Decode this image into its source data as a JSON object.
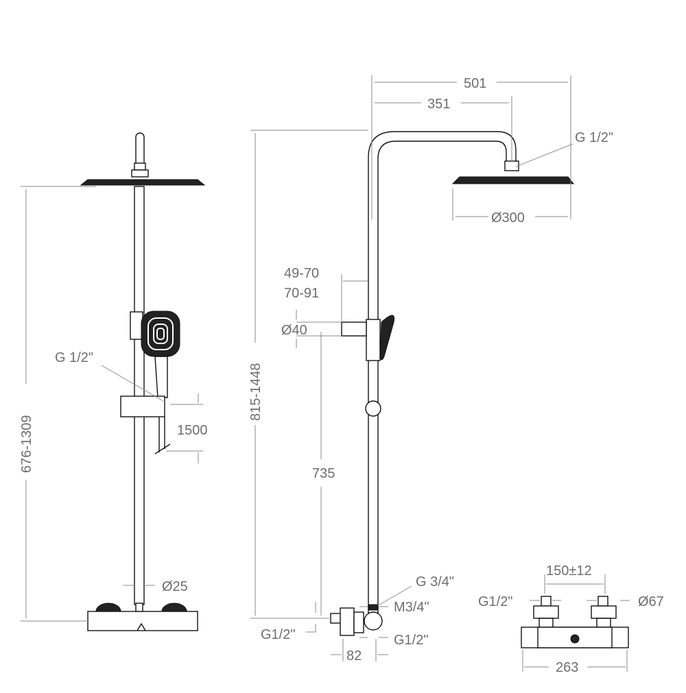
{
  "front_view": {
    "height_range": "676-1309",
    "hand_shower_thread": "G 1/2\"",
    "hose_length": "1500",
    "pipe_diameter": "Ø25"
  },
  "side_view": {
    "arm_reach_total": "501",
    "arm_reach_head": "351",
    "head_thread": "G 1/2\"",
    "head_diameter": "Ø300",
    "wall_distance_1": "49-70",
    "wall_distance_2": "70-91",
    "bracket_diameter": "Ø40",
    "total_height": "815-1448",
    "bracket_height": "735",
    "outlet_thread": "G 3/4\"",
    "outlet_nut": "M3/4\"",
    "inlet_thread": "G1/2\"",
    "bottom_thread": "G1/2\"",
    "projection": "82"
  },
  "mixer_view": {
    "inlet_spacing": "150±12",
    "inlet_thread": "G1/2\"",
    "eccentric_diameter": "Ø67",
    "width": "263"
  }
}
